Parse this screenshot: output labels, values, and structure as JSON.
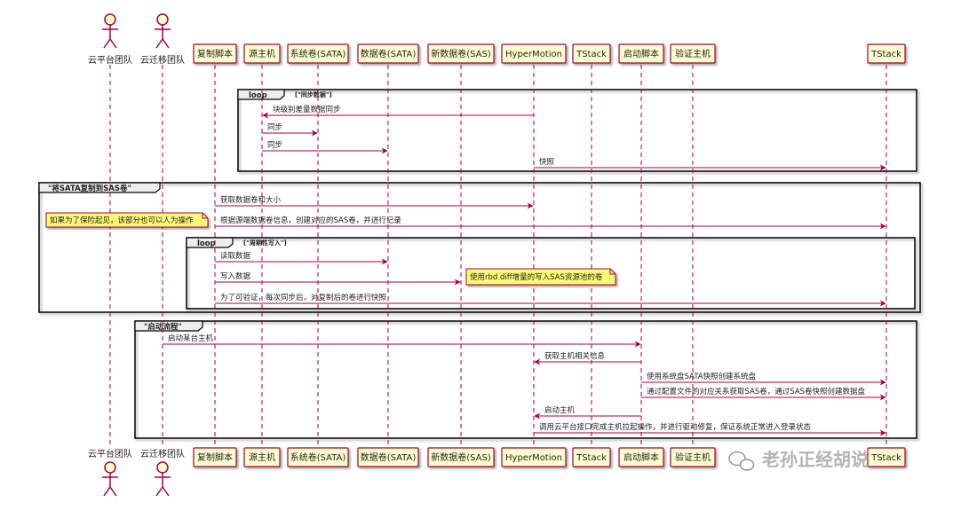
{
  "participants": [
    {
      "id": "p1",
      "label": "云平台团队",
      "actor": true
    },
    {
      "id": "p2",
      "label": "云迁移团队",
      "actor": true
    },
    {
      "id": "p3",
      "label": "复制脚本",
      "actor": false
    },
    {
      "id": "p4",
      "label": "源主机",
      "actor": false
    },
    {
      "id": "p5",
      "label": "系统卷(SATA)",
      "actor": false
    },
    {
      "id": "p6",
      "label": "数据卷(SATA)",
      "actor": false
    },
    {
      "id": "p7",
      "label": "新数据卷(SAS)",
      "actor": false
    },
    {
      "id": "p8",
      "label": "HyperMotion",
      "actor": false
    },
    {
      "id": "p9",
      "label": "TStack",
      "actor": false
    },
    {
      "id": "p10",
      "label": "启动脚本",
      "actor": false
    },
    {
      "id": "p11",
      "label": "验证主机",
      "actor": false
    },
    {
      "id": "p12",
      "label": "TStack",
      "actor": false
    }
  ],
  "frames": [
    {
      "kind": "loop",
      "title": "loop",
      "condition": "[\"同步数据\"]"
    },
    {
      "kind": "group",
      "title": "\"将SATA复制到SAS卷\"",
      "condition": ""
    },
    {
      "kind": "loop",
      "title": "loop",
      "condition": "[\"周期性写入\"]"
    },
    {
      "kind": "group",
      "title": "\"启动流程\"",
      "condition": ""
    }
  ],
  "messages": [
    {
      "from": "p8",
      "to": "p4",
      "label": "块级别差量数据同步"
    },
    {
      "from": "p4",
      "to": "p5",
      "label": "同步"
    },
    {
      "from": "p4",
      "to": "p6",
      "label": "同步"
    },
    {
      "from": "p8",
      "to": "p12",
      "label": "快照"
    },
    {
      "from": "p3",
      "to": "p8",
      "label": "获取数据卷和大小"
    },
    {
      "from": "p3",
      "to": "p12",
      "label": "根据源端数据卷信息，创建对应的SAS卷，并进行记录"
    },
    {
      "from": "p3",
      "to": "p6",
      "label": "读取数据"
    },
    {
      "from": "p3",
      "to": "p7",
      "label": "写入数据"
    },
    {
      "from": "p3",
      "to": "p12",
      "label": "为了可验证，每次同步后，对复制后的卷进行快照"
    },
    {
      "from": "p2",
      "to": "p10",
      "label": "启动某台主机"
    },
    {
      "from": "p10",
      "to": "p8",
      "label": "获取主机相关信息"
    },
    {
      "from": "p10",
      "to": "p12",
      "label": "使用系统盘SATA快照创建系统盘"
    },
    {
      "from": "p10",
      "to": "p12",
      "label": "通过配置文件的对应关系获取SAS卷，通过SAS卷快照创建数据盘"
    },
    {
      "from": "p10",
      "to": "p8",
      "label": "启动主机"
    },
    {
      "from": "p8",
      "to": "p12",
      "label": "调用云平台接口完成主机拉起操作，并进行驱动修复，保证系统正常进入登录状态"
    }
  ],
  "notes": [
    {
      "label": "如果为了保险起见，该部分也可以人为操作"
    },
    {
      "label": "使用rbd diff增量的写入SAS资源池的卷"
    }
  ],
  "watermark": "老孙正经胡说",
  "colors": {
    "line": "#a80036",
    "box_fill": "#fefece",
    "note_fill": "#fbfb77",
    "frame": "#000000",
    "lifeline": "#a80036"
  }
}
